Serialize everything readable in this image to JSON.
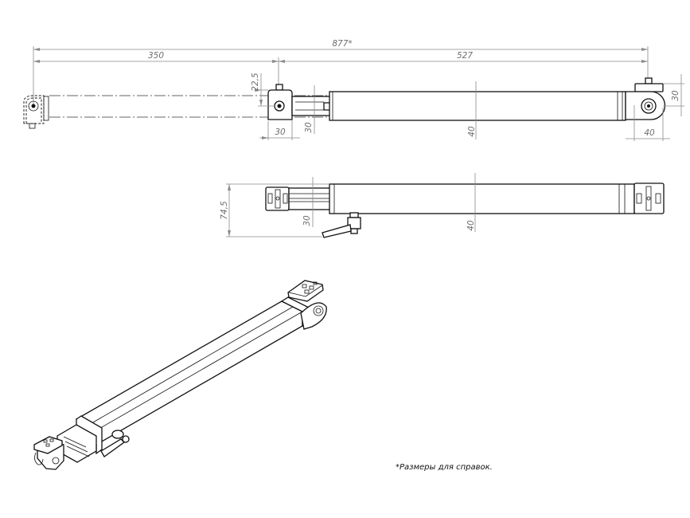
{
  "drawing": {
    "top_view": {
      "dimensions": {
        "overall": "877*",
        "left_span": "350",
        "right_span": "527",
        "offset_height": "22,5",
        "bracket_width": "30",
        "rod_height": "30",
        "tube_height": "40",
        "right_bracket_height": "30",
        "right_bracket_width": "40"
      }
    },
    "front_view": {
      "dimensions": {
        "total_height": "74,5",
        "rod_height": "30",
        "tube_height": "40"
      }
    },
    "note": "*Размеры для справок."
  }
}
